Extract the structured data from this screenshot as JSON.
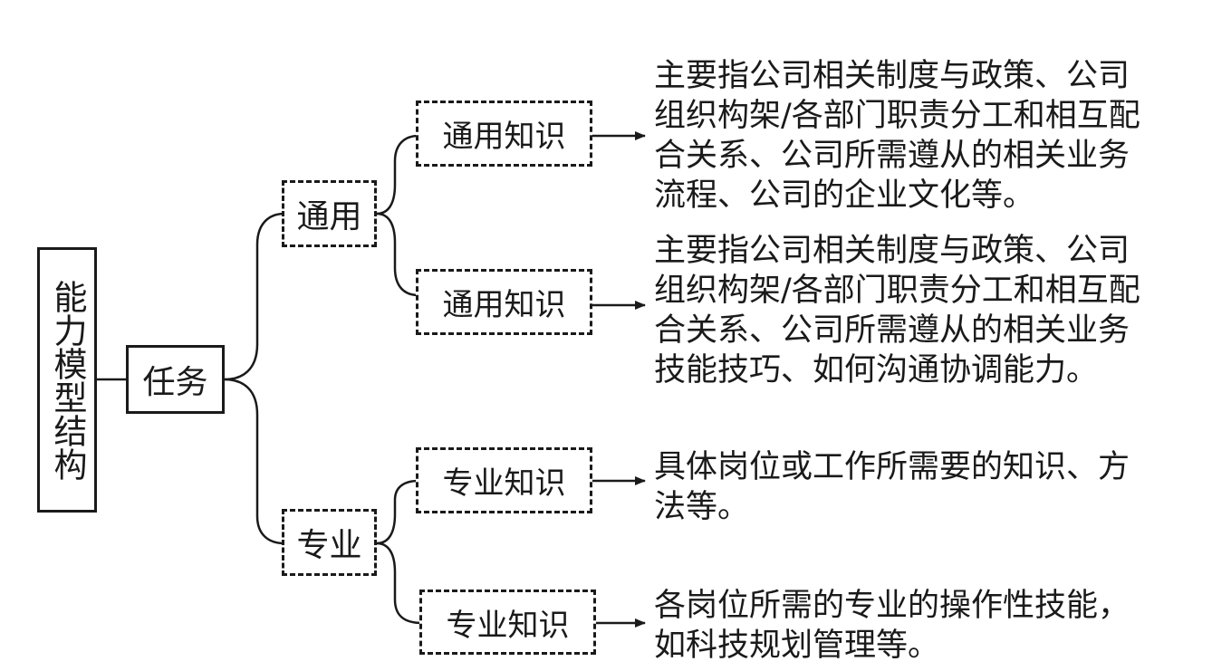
{
  "root": {
    "label": "能力模型结构"
  },
  "task": {
    "label": "任务"
  },
  "general": {
    "label": "通用",
    "children": [
      {
        "label": "通用知识",
        "description": [
          "主要指公司相关制度与政策、公司",
          "组织构架/各部门职责分工和相互配",
          "合关系、公司所需遵从的相关业务",
          "流程、公司的企业文化等。"
        ]
      },
      {
        "label": "通用知识",
        "description": [
          "主要指公司相关制度与政策、公司",
          "组织构架/各部门职责分工和相互配",
          "合关系、公司所需遵从的相关业务",
          "技能技巧、如何沟通协调能力。"
        ]
      }
    ]
  },
  "professional": {
    "label": "专业",
    "children": [
      {
        "label": "专业知识",
        "description": [
          "具体岗位或工作所需要的知识、方",
          "法等。"
        ]
      },
      {
        "label": "专业知识",
        "description": [
          "各岗位所需的专业的操作性技能，",
          "如科技规划管理等。"
        ]
      }
    ]
  }
}
